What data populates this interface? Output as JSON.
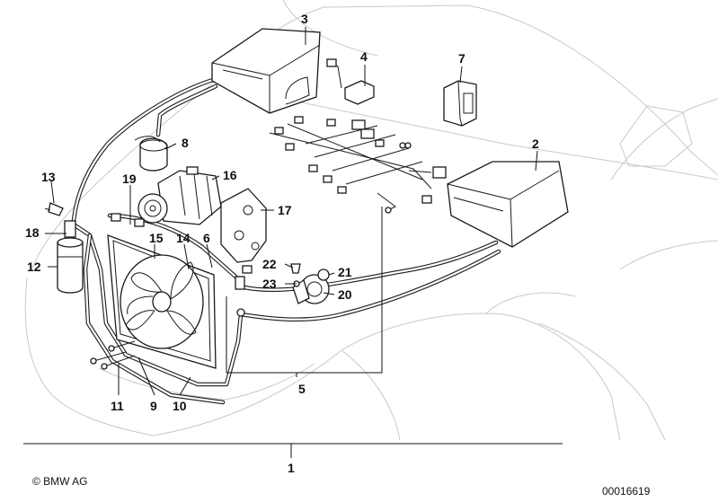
{
  "diagram": {
    "callouts": [
      {
        "id": "1",
        "text": "1"
      },
      {
        "id": "2",
        "text": "2"
      },
      {
        "id": "3",
        "text": "3"
      },
      {
        "id": "4",
        "text": "4"
      },
      {
        "id": "5",
        "text": "5"
      },
      {
        "id": "6",
        "text": "6"
      },
      {
        "id": "7",
        "text": "7"
      },
      {
        "id": "8",
        "text": "8"
      },
      {
        "id": "9",
        "text": "9"
      },
      {
        "id": "10",
        "text": "10"
      },
      {
        "id": "11",
        "text": "11"
      },
      {
        "id": "12",
        "text": "12"
      },
      {
        "id": "13",
        "text": "13"
      },
      {
        "id": "14",
        "text": "14"
      },
      {
        "id": "15",
        "text": "15"
      },
      {
        "id": "16",
        "text": "16"
      },
      {
        "id": "17",
        "text": "17"
      },
      {
        "id": "18",
        "text": "18"
      },
      {
        "id": "19",
        "text": "19"
      },
      {
        "id": "20",
        "text": "20"
      },
      {
        "id": "21",
        "text": "21"
      },
      {
        "id": "22",
        "text": "22"
      },
      {
        "id": "23",
        "text": "23"
      }
    ],
    "copyright": "© BMW AG",
    "drawing_number": "00016619"
  }
}
